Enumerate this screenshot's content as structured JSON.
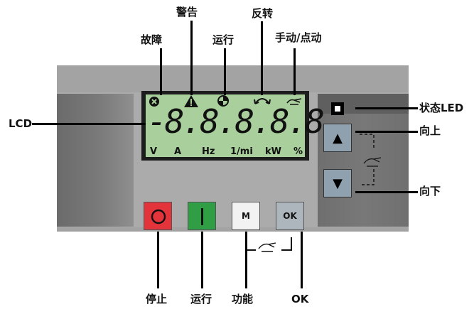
{
  "labels": {
    "fault": "故障",
    "warning": "警告",
    "running_top": "运行",
    "reverse": "反转",
    "manual_jog": "手动/点动",
    "lcd": "LCD",
    "status_led": "状态LED",
    "up": "向上",
    "down": "向下",
    "stop": "停止",
    "run": "运行",
    "function": "功能",
    "ok": "OK"
  },
  "lcd": {
    "digits": "-8.8.8.8.8",
    "units": [
      "V",
      "A",
      "Hz",
      "1/mi",
      "kW",
      "%"
    ]
  },
  "buttons": {
    "m_label": "M",
    "ok_label": "OK",
    "up_symbol": "▲",
    "down_symbol": "▼"
  },
  "colors": {
    "lcd_background": "#a8cf9c",
    "stop_button": "#e3333b",
    "run_button": "#2f9e44",
    "panel": "#a3a3a3"
  }
}
